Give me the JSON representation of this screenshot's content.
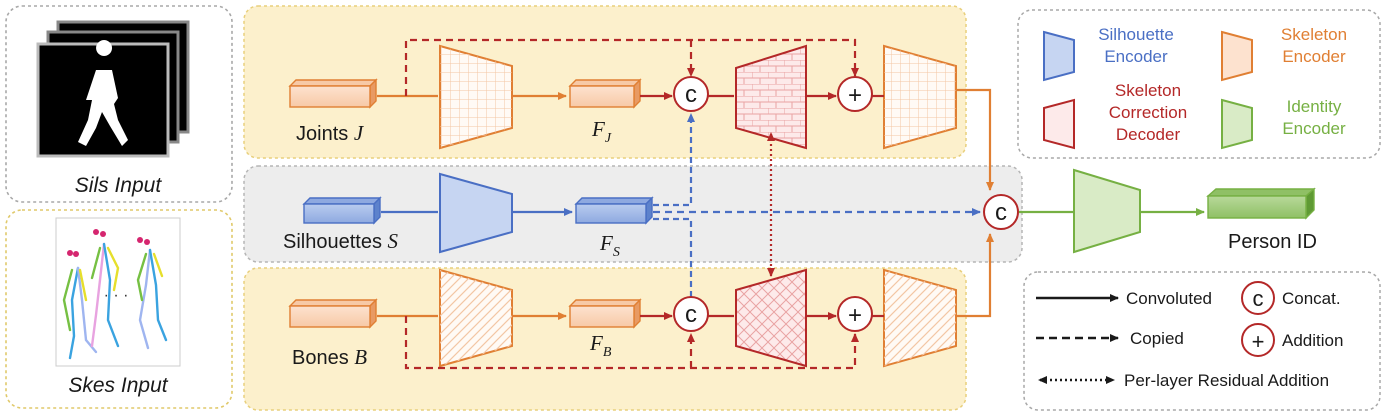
{
  "inputs": {
    "sils_caption": "Sils Input",
    "skes_caption": "Skes Input"
  },
  "nodes": {
    "joints": {
      "text": "Joints ",
      "sym": "J"
    },
    "silhouettes": {
      "text": "Silhouettes ",
      "sym": "S"
    },
    "bones": {
      "text": "Bones ",
      "sym": "B"
    },
    "fj": {
      "sym": "F",
      "sub": "J"
    },
    "fs": {
      "sym": "F",
      "sub": "S"
    },
    "fb": {
      "sym": "F",
      "sub": "B"
    },
    "person_id": "Person ID",
    "concat_symbol": "c",
    "add_symbol": "+"
  },
  "legend": {
    "silhouette_encoder": [
      "Silhouette",
      "Encoder"
    ],
    "skeleton_encoder": [
      "Skeleton",
      "Encoder"
    ],
    "skeleton_correction_decoder": [
      "Skeleton",
      "Correction",
      "Decoder"
    ],
    "identity_encoder": [
      "Identity",
      "Encoder"
    ],
    "convoluted": "Convoluted",
    "concat": "Concat.",
    "copied": "Copied",
    "addition": "Addition",
    "residual": "Per-layer Residual Addition"
  },
  "colors": {
    "orange": "#e07f33",
    "blue": "#4a6fc4",
    "red": "#b42828",
    "green": "#76b043",
    "yellow_bg": "#fcf0cc",
    "gray_bg": "#ededed"
  }
}
